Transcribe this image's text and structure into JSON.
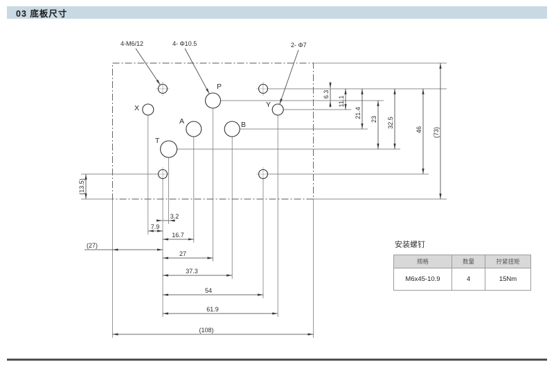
{
  "page": {
    "title": "03 底板尺寸"
  },
  "callouts": {
    "thread_holes": "4-M6/12",
    "main_ports": "4- Φ10.5",
    "pilot_holes": "2- Φ7"
  },
  "port_labels": {
    "x": "X",
    "p": "P",
    "a": "A",
    "b": "B",
    "t": "T",
    "y": "Y"
  },
  "dimensions": {
    "right_vertical": [
      "6.3",
      "11.1",
      "21.4",
      "23",
      "32.5",
      "46",
      "(73)"
    ],
    "left_vertical": "(13.5)",
    "bottom_horizontal": [
      "3.2",
      "7.9",
      "16.7",
      "(27)",
      "27",
      "37.3",
      "54",
      "61.9",
      "(108)"
    ]
  },
  "screw_table": {
    "title": "安装螺钉",
    "headers": [
      "规格",
      "数量",
      "拧紧扭矩"
    ],
    "rows": [
      [
        "M6x45-10.9",
        "4",
        "15Nm"
      ]
    ]
  },
  "colors": {
    "header_bar_bg": "#c9d9e3",
    "table_header_bg": "#d8d8d8",
    "line": "#3a3a3a"
  }
}
